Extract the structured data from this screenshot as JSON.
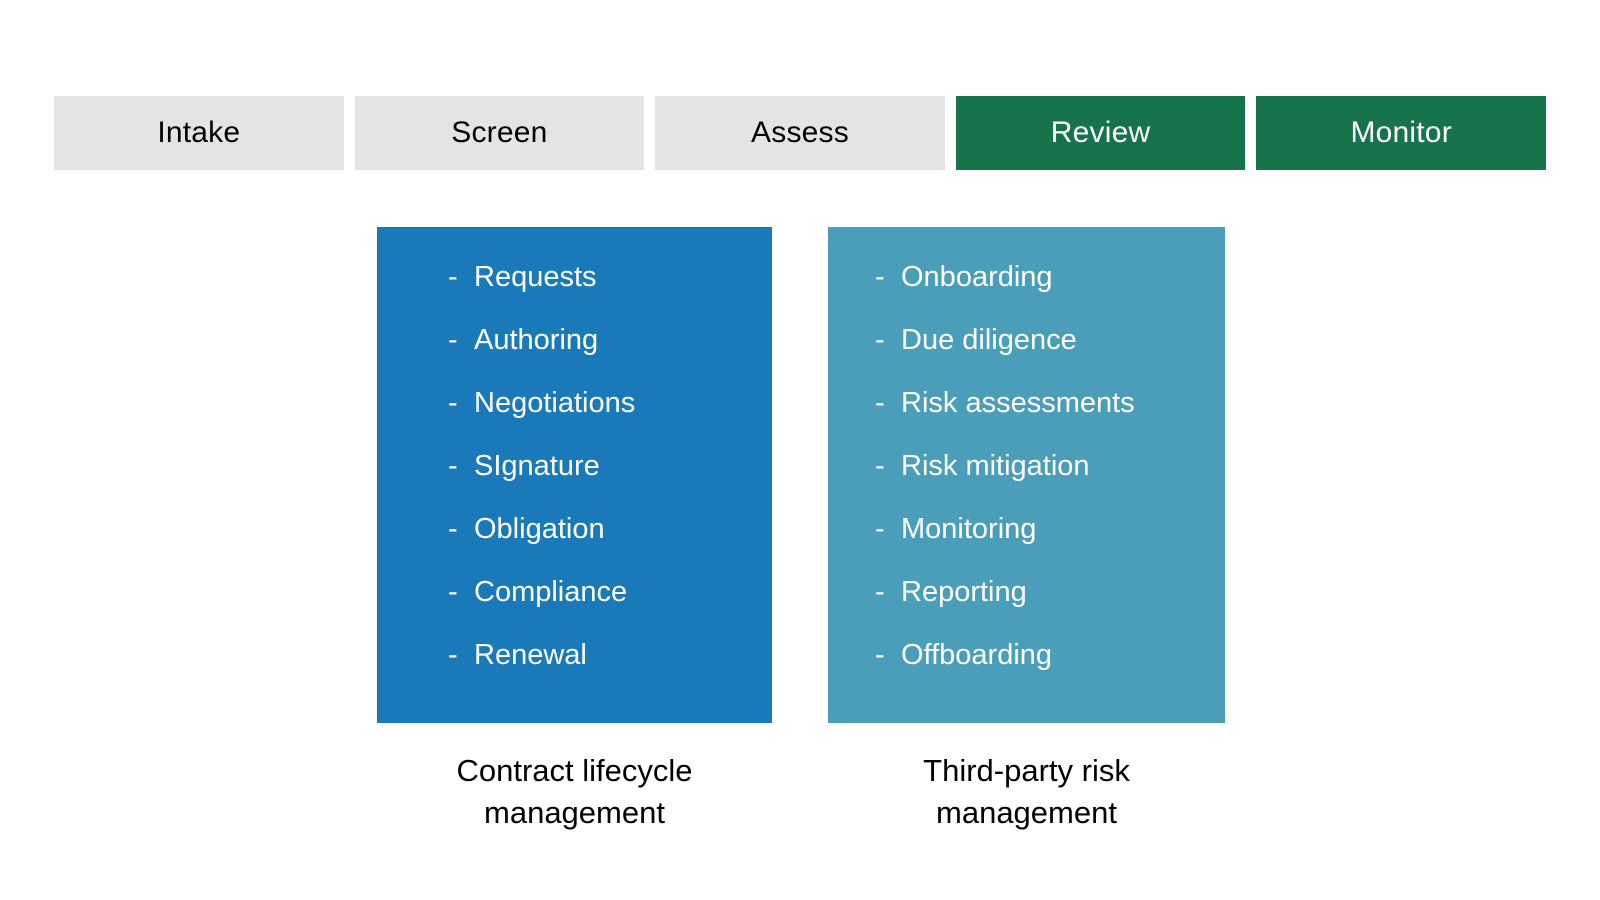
{
  "stages": [
    {
      "label": "Intake",
      "state": "inactive"
    },
    {
      "label": "Screen",
      "state": "inactive"
    },
    {
      "label": "Assess",
      "state": "inactive"
    },
    {
      "label": "Review",
      "state": "active"
    },
    {
      "label": "Monitor",
      "state": "active"
    }
  ],
  "bullet": "-",
  "boxes": [
    {
      "id": "clm",
      "items": [
        "Requests",
        "Authoring",
        "Negotiations",
        "SIgnature",
        "Obligation",
        "Compliance",
        "Renewal"
      ],
      "caption": "Contract lifecycle management"
    },
    {
      "id": "tprm",
      "items": [
        "Onboarding",
        "Due diligence",
        "Risk assessments",
        "Risk mitigation",
        "Monitoring",
        "Reporting",
        "Offboarding"
      ],
      "caption": "Third-party risk management"
    }
  ],
  "colors": {
    "stage_inactive_bg": "#e4e4e4",
    "stage_inactive_text": "#000000",
    "stage_active_bg": "#17744a",
    "stage_active_text": "#ffffff",
    "clm_box_bg": "#1a7ab9",
    "tprm_box_bg": "#4a9eba",
    "box_text": "#ffffff",
    "caption_text": "#000000"
  }
}
